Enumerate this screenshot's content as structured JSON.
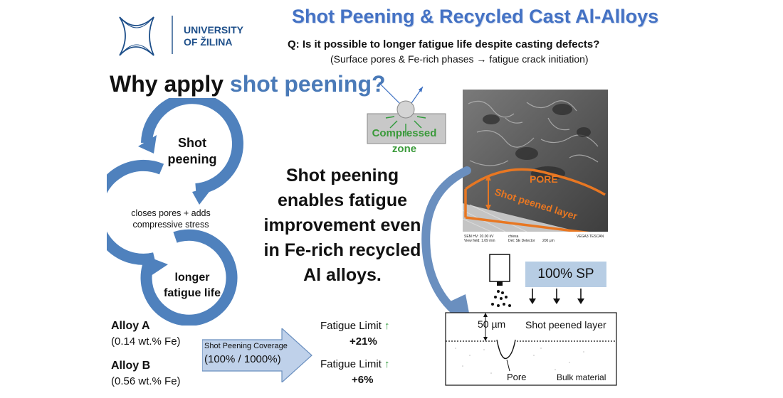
{
  "header": {
    "university_line1": "UNIVERSITY",
    "university_line2": "OF ŽILINA",
    "title": "Shot Peening & Recycled Cast Al-Alloys",
    "question": "Q: Is it possible to longer fatigue life despite casting defects?",
    "subtitle": "(Surface pores & Fe-rich phases → fatigue crack initiation)"
  },
  "why": {
    "prefix": "Why apply ",
    "highlight": "shot peening?"
  },
  "cycle": {
    "step1_line1": "Shot",
    "step1_line2": "peening",
    "step2_line1": "closes pores + adds",
    "step2_line2": "compressive stress",
    "step3_line1": "longer",
    "step3_line2": "fatigue life"
  },
  "main_statement": [
    "Shot peening",
    "enables fatigue",
    "improvement even",
    "in Fe-rich recycled",
    "Al alloys."
  ],
  "compressed_zone": {
    "line1": "Compressed",
    "line2": "zone"
  },
  "sem": {
    "pore_label": "PORE",
    "layer_label": "Shot peened layer",
    "caption_left1": "SEM HV: 20.00 kV",
    "caption_left2": "View field: 1.09 mm",
    "caption_mid1": "chiesa",
    "caption_mid2": "Det: SE Detector",
    "caption_scale": "200 μm",
    "caption_right": "VEGA3 TESCAN"
  },
  "sp_diagram": {
    "coverage": "100% SP",
    "depth": "50 µm",
    "layer": "Shot peened layer",
    "pore": "Pore",
    "bulk": "Bulk material"
  },
  "alloys": [
    {
      "name": "Alloy A",
      "fe": "(0.14 wt.% Fe)",
      "limit_label": "Fatigue Limit",
      "change": "+21%"
    },
    {
      "name": "Alloy B",
      "fe": "(0.56 wt.% Fe)",
      "limit_label": "Fatigue Limit",
      "change": "+6%"
    }
  ],
  "coverage_arrow": {
    "line1": "Shot Peening Coverage",
    "line2": "(100% / 1000%)"
  },
  "icons": {
    "up_arrow": "↑"
  },
  "colors": {
    "title_blue": "#4472c4",
    "cycle_blue": "#4f81bd",
    "green": "#2f9a3a",
    "orange": "#e87722"
  }
}
